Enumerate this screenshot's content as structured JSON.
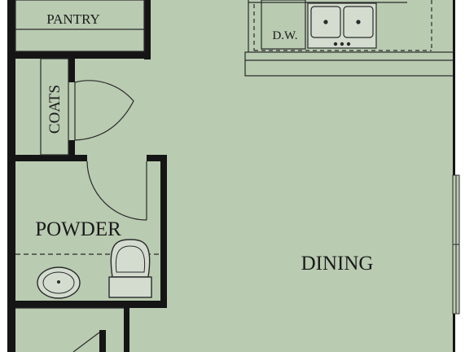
{
  "plan": {
    "colors": {
      "floor": "#b9cbb1",
      "wall": "#151515",
      "line": "#2a2a2a",
      "fixture": "#d3dccf",
      "background": "#ffffff"
    },
    "rooms": {
      "pantry": "PANTRY",
      "coats": "COATS",
      "powder": "POWDER",
      "dining": "DINING",
      "dishwasher": "D.W."
    }
  }
}
